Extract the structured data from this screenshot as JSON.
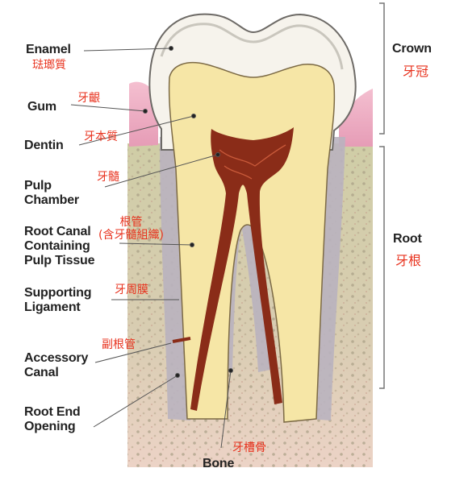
{
  "colors": {
    "label_en": "#222222",
    "label_zh": "#e8321e",
    "enamel": "#f6f3ec",
    "dentin": "#f6e6a6",
    "gum": "#f0b4c8",
    "bone": "#ccc9a2",
    "bone_lower": "#e9d3c4",
    "pulp": "#8a2c18",
    "ligament": "#b9b2bf",
    "leader": "#555555",
    "bracket": "#777777"
  },
  "labels": {
    "enamel": {
      "en": "Enamel",
      "zh": "琺瑯質"
    },
    "gum": {
      "en": "Gum",
      "zh": "牙齦"
    },
    "dentin": {
      "en": "Dentin",
      "zh": "牙本質"
    },
    "pulp_chamber": {
      "en": "Pulp\nChamber",
      "zh": "牙髓"
    },
    "root_canal": {
      "en": "Root Canal\nContaining\nPulp Tissue",
      "zh": "根管\n(含牙髓組織)"
    },
    "ligament": {
      "en": "Supporting\nLigament",
      "zh": "牙周膜"
    },
    "accessory_canal": {
      "en": "Accessory\nCanal",
      "zh": "副根管"
    },
    "root_end": {
      "en": "Root End\nOpening",
      "zh": ""
    },
    "bone": {
      "en": "Bone",
      "zh": "牙槽骨"
    },
    "crown": {
      "en": "Crown",
      "zh": "牙冠"
    },
    "root": {
      "en": "Root",
      "zh": "牙根"
    }
  }
}
